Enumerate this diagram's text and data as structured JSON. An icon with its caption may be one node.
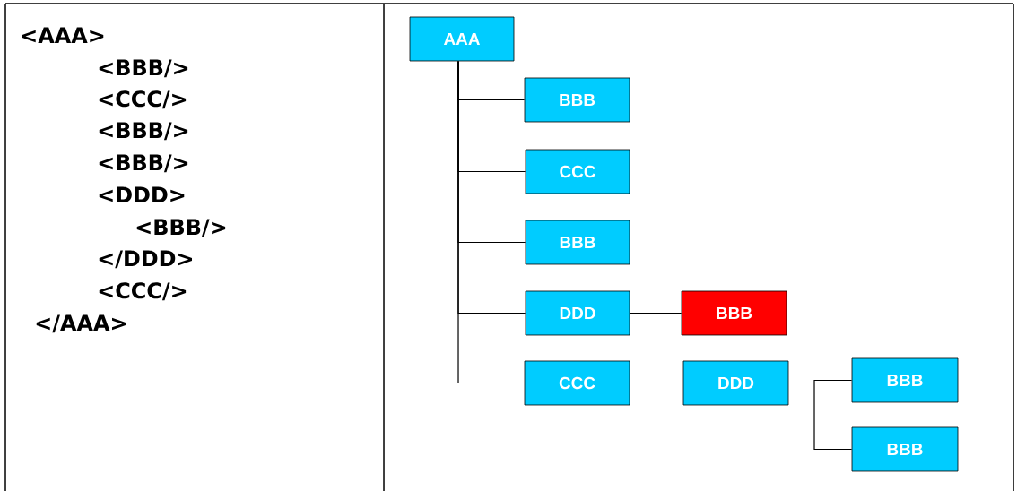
{
  "diagram": {
    "nodes": [
      {
        "text": [
          "AAA"
        ]
      },
      {
        "text": [
          "BBB"
        ]
      },
      {
        "text": [
          "CCC"
        ]
      },
      {
        "text": [
          "BBB"
        ]
      },
      {
        "text": [
          "DDD"
        ]
      },
      {
        "text": [
          "BBB"
        ]
      },
      {
        "text": [
          "CCC"
        ]
      },
      {
        "text": [
          "DDD"
        ]
      },
      {
        "text": [
          "BBB"
        ]
      },
      {
        "text": [
          "BBB"
        ]
      }
    ],
    "edges": [
      {
        "from": 0,
        "to": 1,
        "arrow": "none"
      },
      {
        "from": 0,
        "to": 2,
        "arrow": "none"
      },
      {
        "from": 0,
        "to": 3,
        "arrow": "none"
      },
      {
        "from": 0,
        "to": 4,
        "arrow": "none"
      },
      {
        "from": 4,
        "to": 5,
        "arrow": "none"
      },
      {
        "from": 0,
        "to": 6,
        "arrow": "none"
      },
      {
        "from": 6,
        "to": 7,
        "arrow": "none"
      },
      {
        "from": 7,
        "to": 8,
        "arrow": "none"
      },
      {
        "from": 7,
        "to": 9,
        "arrow": "none"
      }
    ],
    "labels": [
      "<AAA>",
      "<BBB/>",
      "<CCC/>",
      "<BBB/>",
      "<BBB/>",
      "<DDD>",
      "<BBB/>",
      "</DDD>",
      "<CCC/>",
      "</AAA>"
    ]
  }
}
